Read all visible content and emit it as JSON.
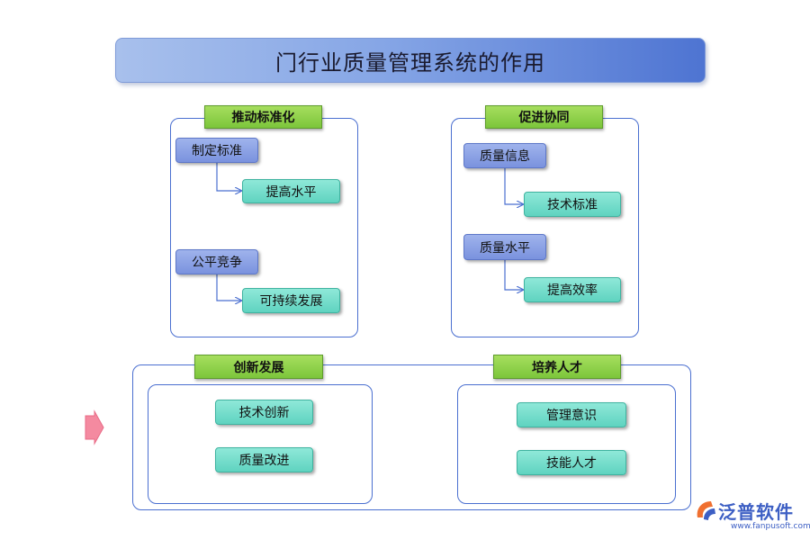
{
  "title": "门行业质量管理系统的作用",
  "sections": {
    "standardize": {
      "tag": "推动标准化",
      "items": [
        {
          "source": "制定标准",
          "target": "提高水平"
        },
        {
          "source": "公平竞争",
          "target": "可持续发展"
        }
      ]
    },
    "collaborate": {
      "tag": "促进协同",
      "items": [
        {
          "source": "质量信息",
          "target": "技术标准"
        },
        {
          "source": "质量水平",
          "target": "提高效率"
        }
      ]
    },
    "innovate": {
      "tag": "创新发展",
      "items": [
        "技术创新",
        "质量改进"
      ]
    },
    "talent": {
      "tag": "培养人才",
      "items": [
        "管理意识",
        "技能人才"
      ]
    }
  },
  "logo": {
    "name": "泛普软件",
    "url": "www.fanpusoft.com"
  },
  "colors": {
    "panel_border": "#4a6fd0",
    "green_tag": "#7cc63b",
    "blue_box": "#8aa0e4",
    "teal_box": "#6fdcc8",
    "arrow": "#f06a84"
  }
}
